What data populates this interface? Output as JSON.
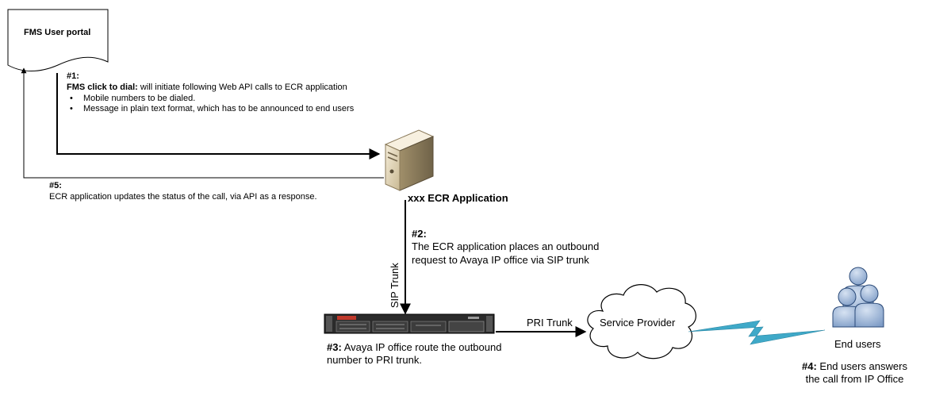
{
  "portal": {
    "label": "FMS User portal"
  },
  "step1": {
    "number": "#1:",
    "title": "FMS click to dial:",
    "text": " will initiate following Web API calls to ECR application",
    "bullets": [
      "Mobile numbers to be dialed.",
      "Message in plain text format, which has to be announced to end users"
    ]
  },
  "step5": {
    "number": "#5:",
    "text": "ECR application updates the status of the call, via API as a response."
  },
  "server": {
    "label": "xxx ECR Application"
  },
  "step2": {
    "number": "#2:",
    "line1": "The ECR application places an outbound",
    "line2": "request to Avaya IP office via SIP trunk"
  },
  "sip_trunk": {
    "label": "SIP Trunk"
  },
  "pri_trunk": {
    "label": "PRI Trunk"
  },
  "cloud": {
    "label": "Service Provider"
  },
  "step3": {
    "number": "#3:",
    "line1": " Avaya IP office route the outbound",
    "line2": "number to PRI trunk."
  },
  "end_users": {
    "label": "End users"
  },
  "step4": {
    "number": "#4:",
    "line1": " End users answers",
    "line2": "the call from IP Office"
  },
  "colors": {
    "lightning": "#3fa9c8",
    "user_fill": "#a9bfdc",
    "user_stroke": "#2b4a78",
    "server_body": "#e8dcc2",
    "rack_accent": "#c0392b"
  }
}
